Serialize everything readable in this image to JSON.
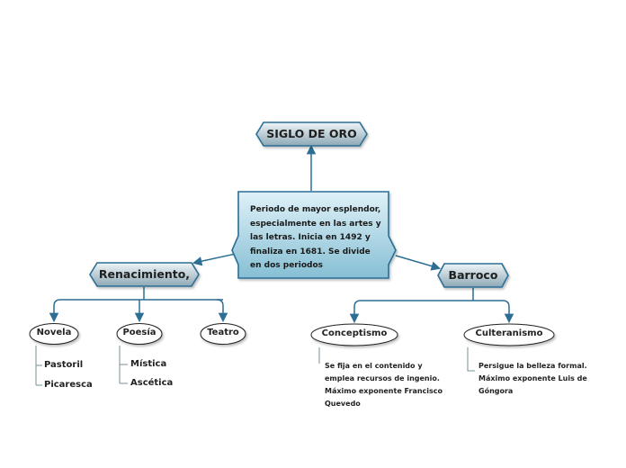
{
  "diagram": {
    "root": {
      "label": "SIGLO DE ORO"
    },
    "central": {
      "text": "Periodo de mayor esplendor, especialmente en las artes y las letras. Inicia en 1492 y finaliza en 1681. Se divide en dos periodos"
    },
    "left_branch": {
      "label": "Renacimiento,",
      "children": [
        {
          "label": "Novela",
          "items": [
            "Pastoril",
            "Picaresca"
          ]
        },
        {
          "label": "Poesía",
          "items": [
            "Mística",
            "Ascética"
          ]
        },
        {
          "label": "Teatro",
          "items": []
        }
      ]
    },
    "right_branch": {
      "label": "Barroco",
      "children": [
        {
          "label": "Conceptismo",
          "note": "Se fija en el contenido y emplea recursos de ingenio. Máximo exponente Francisco Quevedo"
        },
        {
          "label": "Culteranismo",
          "note": "Persigue la belleza formal. Máximo exponente Luis de Góngora"
        }
      ]
    }
  },
  "colors": {
    "line": "#2c6e94",
    "node_fill_top": "#e9f1f5",
    "node_fill_bottom": "#8aa7b5",
    "central_fill_top": "#d6eef7",
    "central_fill_bottom": "#8fc4d8"
  }
}
